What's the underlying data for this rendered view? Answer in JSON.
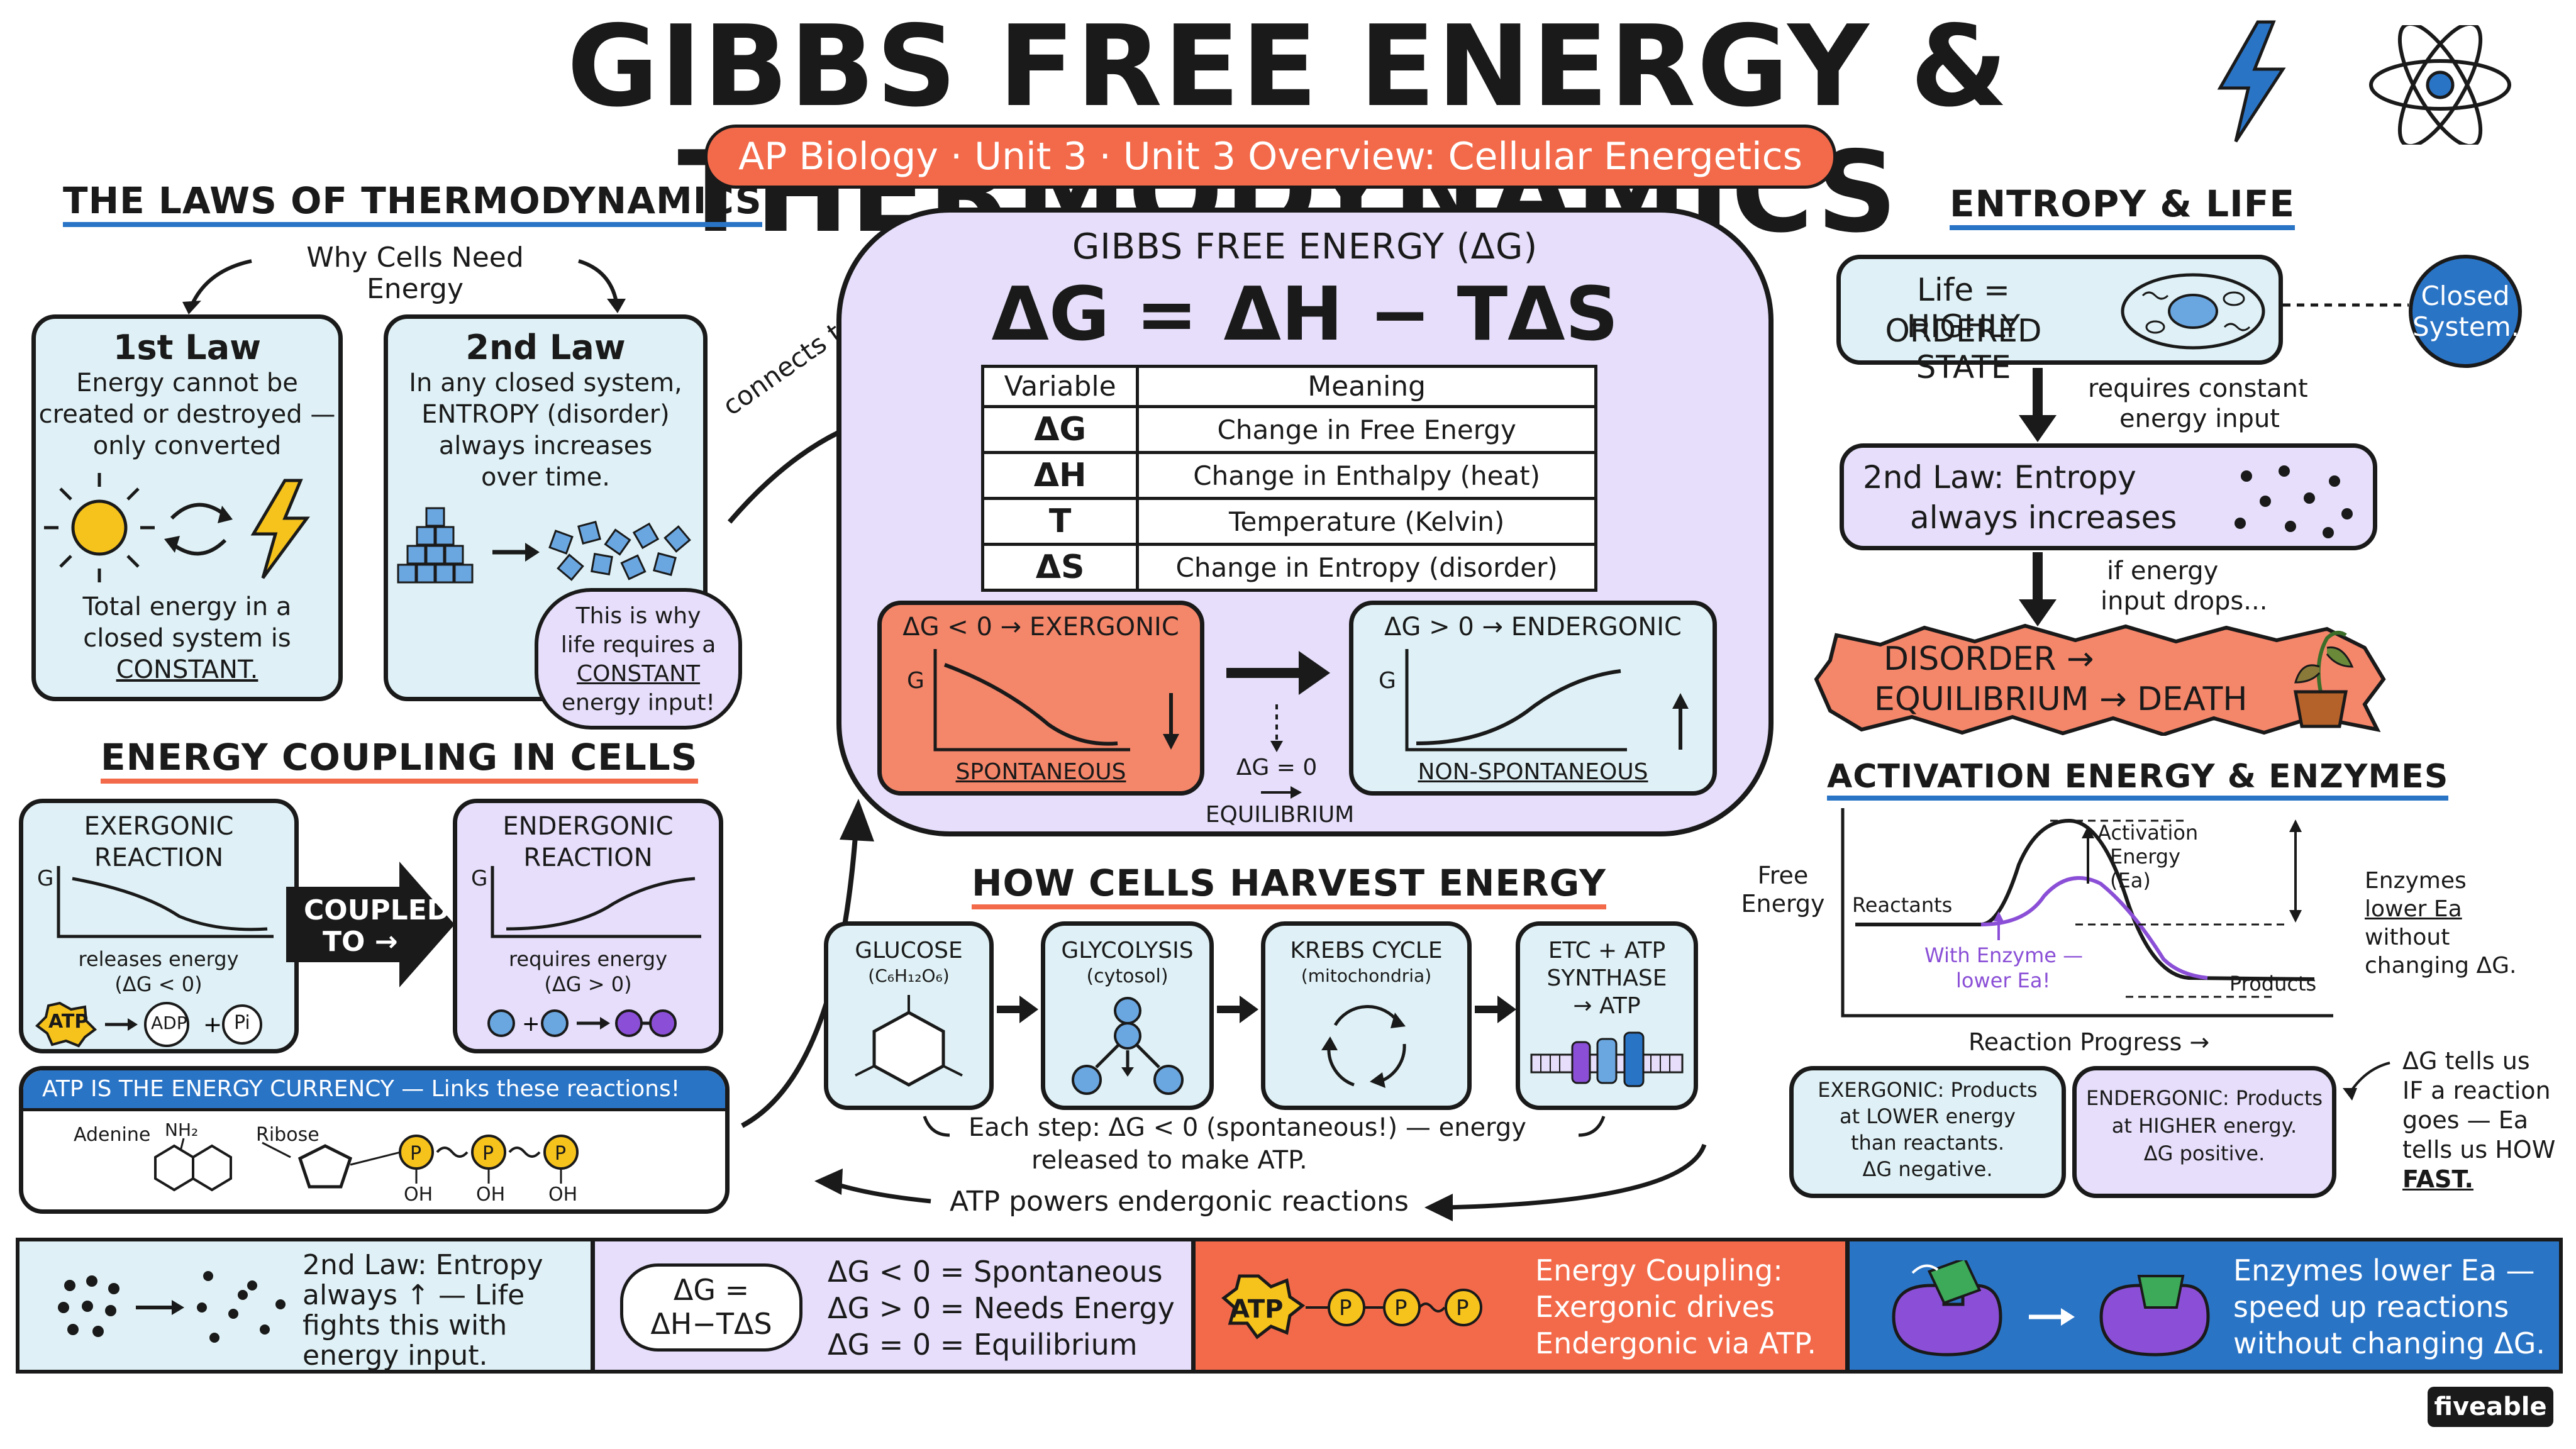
{
  "header": {
    "title": "GIBBS FREE ENERGY & THERMODYNAMICS",
    "subtitle": "AP Biology · Unit 3 · Unit 3 Overview: Cellular Energetics"
  },
  "laws": {
    "heading": "THE LAWS OF THERMODYNAMICS",
    "why": "Why Cells Need Energy",
    "first": {
      "title": "1st Law",
      "line1": "Energy cannot be",
      "line2": "created or destroyed —",
      "line3": "only converted",
      "b1": "Total energy in a",
      "b2": "closed system is",
      "b3": "CONSTANT."
    },
    "second": {
      "title": "2nd Law",
      "line1": "In any closed system,",
      "line2": "ENTROPY (disorder)",
      "line3": "always increases",
      "line4": "over time."
    },
    "note": {
      "l1": "This is why",
      "l2": "life requires a",
      "l3": "CONSTANT",
      "l4": "energy input!"
    },
    "connects": "connects to →"
  },
  "coupling": {
    "heading": "ENERGY COUPLING IN CELLS",
    "exer": {
      "t1": "EXERGONIC",
      "t2": "REACTION",
      "g": "G",
      "d1": "releases energy",
      "d2": "(ΔG < 0)",
      "atp": "ATP",
      "adp": "ADP",
      "pi": "Pi"
    },
    "coupled": {
      "l1": "COUPLED",
      "l2": "TO →"
    },
    "ender": {
      "t1": "ENDERGONIC",
      "t2": "REACTION",
      "g": "G",
      "d1": "requires energy",
      "d2": "(ΔG > 0)"
    },
    "atp_banner": "ATP IS THE ENERGY CURRENCY — Links these reactions!",
    "adenine": "Adenine",
    "nh2": "NH₂",
    "ribose": "Ribose",
    "p": "P",
    "oh": "OH"
  },
  "gibbs": {
    "heading": "GIBBS FREE ENERGY (ΔG)",
    "equation": "ΔG = ΔH − TΔS",
    "table": {
      "headers": [
        "Variable",
        "Meaning"
      ],
      "rows": [
        [
          "ΔG",
          "Change in Free Energy"
        ],
        [
          "ΔH",
          "Change in Enthalpy (heat)"
        ],
        [
          "T",
          "Temperature (Kelvin)"
        ],
        [
          "ΔS",
          "Change in Entropy (disorder)"
        ]
      ]
    },
    "exergonic": {
      "title": "ΔG < 0 → EXERGONIC",
      "g": "G",
      "label": "SPONTANEOUS"
    },
    "endergonic": {
      "title": "ΔG > 0 → ENDERGONIC",
      "g": "G",
      "label": "NON-SPONTANEOUS"
    },
    "eq1": "ΔG = 0",
    "eq2": "EQUILIBRIUM"
  },
  "harvest": {
    "heading": "HOW CELLS HARVEST ENERGY",
    "steps": [
      {
        "t1": "GLUCOSE",
        "t2": "(C₆H₁₂O₆)"
      },
      {
        "t1": "GLYCOLYSIS",
        "t2": "(cytosol)"
      },
      {
        "t1": "KREBS CYCLE",
        "t2": "(mitochondria)"
      },
      {
        "t1": "ETC + ATP",
        "t2": "SYNTHASE",
        "t3": "→ ATP"
      }
    ],
    "note1": "Each step: ΔG < 0 (spontaneous!) — energy",
    "note2": "released to make ATP.",
    "atp_powers": "ATP powers endergonic reactions"
  },
  "entropy": {
    "heading": "ENTROPY & LIFE",
    "life1": "Life = HIGHLY",
    "life2": "ORDERED STATE",
    "closed1": "Closed",
    "closed2": "System.",
    "req1": "requires constant",
    "req2": "energy input",
    "law1": "2nd Law: Entropy",
    "law2": "always increases",
    "if1": "if energy",
    "if2": "input drops...",
    "dis1": "DISORDER →",
    "dis2": "EQUILIBRIUM → DEATH"
  },
  "activation": {
    "heading": "ACTIVATION ENERGY & ENZYMES",
    "y1": "Free",
    "y2": "Energy",
    "reactants": "Reactants",
    "products": "Products",
    "ea1": "Activation",
    "ea2": "Energy",
    "ea3": "(Ea)",
    "enz1": "With Enzyme —",
    "enz2": "lower Ea!",
    "xlabel": "Reaction Progress →",
    "side1": "Enzymes",
    "side2": "lower Ea",
    "side3": "without",
    "side4": "changing ΔG.",
    "exbox": {
      "l1": "EXERGONIC: Products",
      "l2": "at LOWER energy",
      "l3": "than reactants.",
      "l4": "ΔG negative."
    },
    "enbox": {
      "l1": "ENDERGONIC: Products",
      "l2": "at HIGHER energy.",
      "l3": "ΔG positive."
    },
    "tell1": "ΔG tells us",
    "tell2": "IF a reaction",
    "tell3": "goes — Ea",
    "tell4": "tells us HOW",
    "tell5": "FAST."
  },
  "strip": {
    "s1": {
      "l1": "2nd Law: Entropy",
      "l2": "always ↑ — Life",
      "l3": "fights this with",
      "l4": "energy input."
    },
    "s2": {
      "eq1": "ΔG =",
      "eq2": "ΔH−TΔS",
      "r1": "ΔG < 0 = Spontaneous",
      "r2": "ΔG > 0 = Needs Energy",
      "r3": "ΔG = 0 = Equilibrium"
    },
    "s3": {
      "atp": "ATP",
      "p": "P",
      "l1": "Energy Coupling:",
      "l2": "Exergonic drives",
      "l3": "Endergonic via ATP."
    },
    "s4": {
      "l1": "Enzymes lower Ea —",
      "l2": "speed up reactions",
      "l3": "without changing ΔG."
    }
  },
  "brand": "fiveable",
  "colors": {
    "orange": "#f26a4a",
    "blue": "#2a74c6",
    "lightblue": "#dff1f6",
    "lavender": "#e6defa",
    "purple": "#8a4fd6"
  }
}
